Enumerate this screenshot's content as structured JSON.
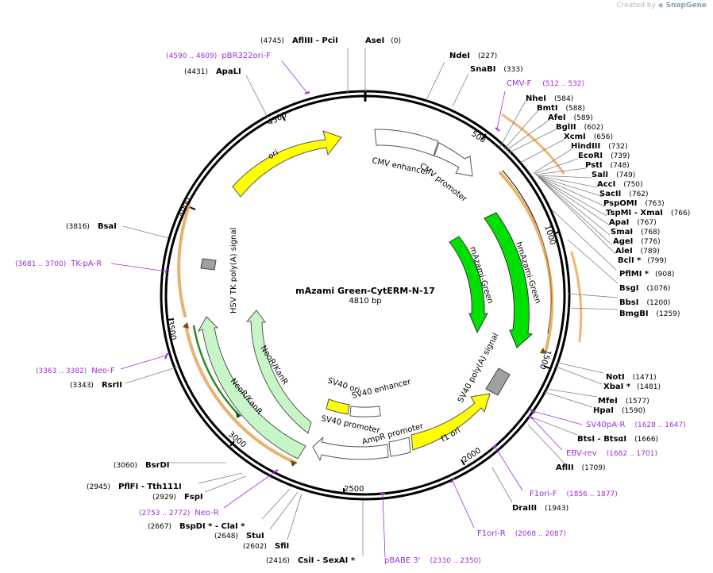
{
  "header": {
    "credit_prefix": "Created by",
    "credit_brand": "SnapGene"
  },
  "plasmid": {
    "name": "mAzami Green-CytERM-N-17",
    "length_label": "4810 bp",
    "length": 4810
  },
  "ticks": [
    "500",
    "1000",
    "1500",
    "2000",
    "2500",
    "3000",
    "3500",
    "4000",
    "4500"
  ],
  "features": [
    {
      "label": "ori",
      "color": "#ffff00"
    },
    {
      "label": "CMV enhancer",
      "color": "#ffffff"
    },
    {
      "label": "CMV promoter",
      "color": "#ffffff"
    },
    {
      "label": "hmAzami-Green",
      "color": "#00e000"
    },
    {
      "label": "mAzami-Green",
      "color": "#00e000"
    },
    {
      "label": "SV40 poly(A) signal",
      "color": "#a0a0a0"
    },
    {
      "label": "f1 ori",
      "color": "#ffff00"
    },
    {
      "label": "AmpR promoter",
      "color": "#ffffff"
    },
    {
      "label": "SV40 promoter",
      "color": "#ffffff"
    },
    {
      "label": "SV40 enhancer",
      "color": "#ffffff"
    },
    {
      "label": "SV40 ori",
      "color": "#ffff00"
    },
    {
      "label": "NeoR/KanR",
      "color": "#c8f5c8"
    },
    {
      "label": "NeoR/KanR",
      "color": "#c8f5c8"
    },
    {
      "label": "HSV TK poly(A) signal",
      "color": "#a0a0a0"
    }
  ],
  "enzymes": [
    {
      "name": "AseI",
      "pos": "(0)"
    },
    {
      "name": "NdeI",
      "pos": "(227)"
    },
    {
      "name": "SnaBI",
      "pos": "(333)"
    },
    {
      "name": "NheI",
      "pos": "(584)"
    },
    {
      "name": "BmtI",
      "pos": "(588)"
    },
    {
      "name": "AfeI",
      "pos": "(589)"
    },
    {
      "name": "BglII",
      "pos": "(602)"
    },
    {
      "name": "XcmI",
      "pos": "(656)"
    },
    {
      "name": "HindIII",
      "pos": "(732)"
    },
    {
      "name": "EcoRI",
      "pos": "(739)"
    },
    {
      "name": "PstI",
      "pos": "(748)"
    },
    {
      "name": "SalI",
      "pos": "(749)"
    },
    {
      "name": "AccI",
      "pos": "(750)"
    },
    {
      "name": "SacII",
      "pos": "(762)"
    },
    {
      "name": "PspOMI",
      "pos": "(763)"
    },
    {
      "name": "TspMI - XmaI",
      "pos": "(766)"
    },
    {
      "name": "ApaI",
      "pos": "(767)"
    },
    {
      "name": "SmaI",
      "pos": "(768)"
    },
    {
      "name": "AgeI",
      "pos": "(776)"
    },
    {
      "name": "AleI",
      "pos": "(789)"
    },
    {
      "name": "BclI *",
      "pos": "(799)"
    },
    {
      "name": "PflMI *",
      "pos": "(908)"
    },
    {
      "name": "BsgI",
      "pos": "(1076)"
    },
    {
      "name": "BbsI",
      "pos": "(1200)"
    },
    {
      "name": "BmgBI",
      "pos": "(1259)"
    },
    {
      "name": "NotI",
      "pos": "(1471)"
    },
    {
      "name": "XbaI *",
      "pos": "(1481)"
    },
    {
      "name": "MfeI",
      "pos": "(1577)"
    },
    {
      "name": "HpaI",
      "pos": "(1590)"
    },
    {
      "name": "BtsI - BtsαI",
      "pos": "(1666)"
    },
    {
      "name": "AflII",
      "pos": "(1709)"
    },
    {
      "name": "DraIII",
      "pos": "(1943)"
    },
    {
      "name": "CsiI - SexAI *",
      "pos": "(2416)"
    },
    {
      "name": "SfiI",
      "pos": "(2602)"
    },
    {
      "name": "StuI",
      "pos": "(2648)"
    },
    {
      "name": "BspDI * - ClaI *",
      "pos": "(2667)"
    },
    {
      "name": "FspI",
      "pos": "(2929)"
    },
    {
      "name": "PflFI - Tth111I",
      "pos": "(2945)"
    },
    {
      "name": "BsrDI",
      "pos": "(3060)"
    },
    {
      "name": "RsrII",
      "pos": "(3343)"
    },
    {
      "name": "BsaI",
      "pos": "(3816)"
    },
    {
      "name": "ApaLI",
      "pos": "(4431)"
    },
    {
      "name": "AflIII - PciI",
      "pos": "(4745)"
    }
  ],
  "primers": [
    {
      "name": "CMV-F",
      "range": "(512 .. 532)"
    },
    {
      "name": "SV40pA-R",
      "range": "(1628 .. 1647)"
    },
    {
      "name": "EBV-rev",
      "range": "(1682 .. 1701)"
    },
    {
      "name": "F1ori-F",
      "range": "(1856 .. 1877)"
    },
    {
      "name": "F1ori-R",
      "range": "(2068 .. 2087)"
    },
    {
      "name": "pBABE 3'",
      "range": "(2330 .. 2350)"
    },
    {
      "name": "Neo-R",
      "range": "(2753 .. 2772)"
    },
    {
      "name": "Neo-F",
      "range": "(3363 .. 3382)"
    },
    {
      "name": "TK-pA-R",
      "range": "(3681 .. 3700)"
    },
    {
      "name": "pBR322ori-F",
      "range": "(4590 .. 4609)"
    }
  ]
}
